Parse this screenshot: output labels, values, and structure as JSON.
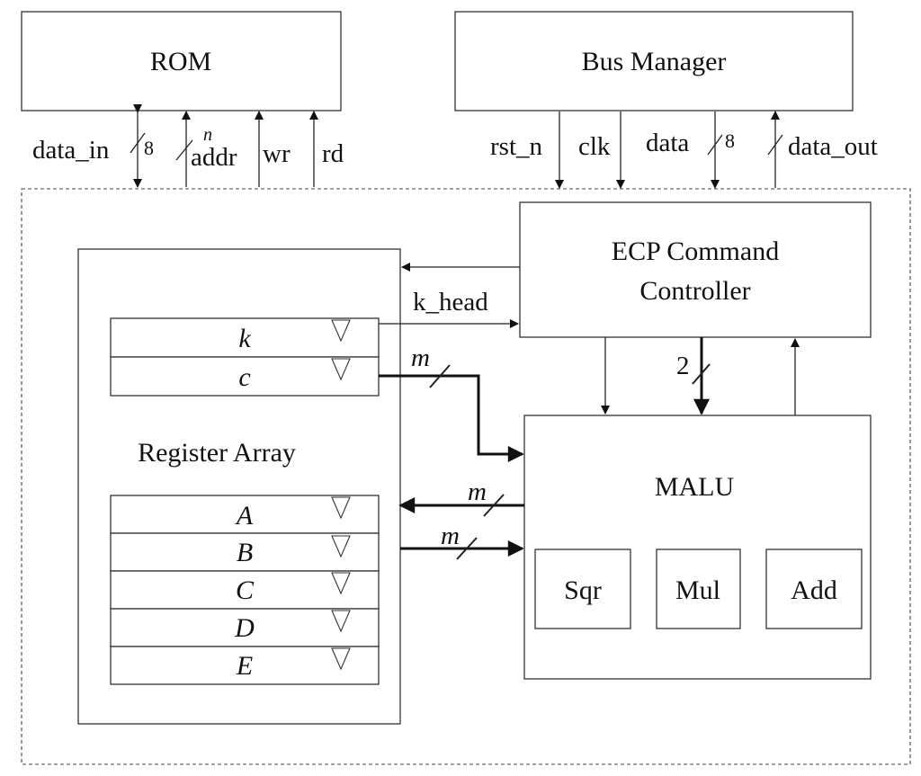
{
  "blocks": {
    "rom": "ROM",
    "bus_manager": "Bus Manager",
    "ecp_line1": "ECP Command",
    "ecp_line2": "Controller",
    "register_array": "Register Array",
    "malu": "MALU",
    "sqr": "Sqr",
    "mul": "Mul",
    "add": "Add"
  },
  "registers": {
    "top_group": [
      "k",
      "c"
    ],
    "bottom_group": [
      "A",
      "B",
      "C",
      "D",
      "E"
    ]
  },
  "signals": {
    "data_in": "data_in",
    "data_in_width": "8",
    "addr": "addr",
    "addr_width": "n",
    "wr": "wr",
    "rd": "rd",
    "rst_n": "rst_n",
    "clk": "clk",
    "data": "data",
    "data_width": "8",
    "data_out": "data_out",
    "k_head": "k_head",
    "bus_width_m": "m",
    "ctrl_width": "2"
  },
  "colors": {
    "line": "#111111",
    "box_border": "#333333",
    "background": "#ffffff"
  }
}
